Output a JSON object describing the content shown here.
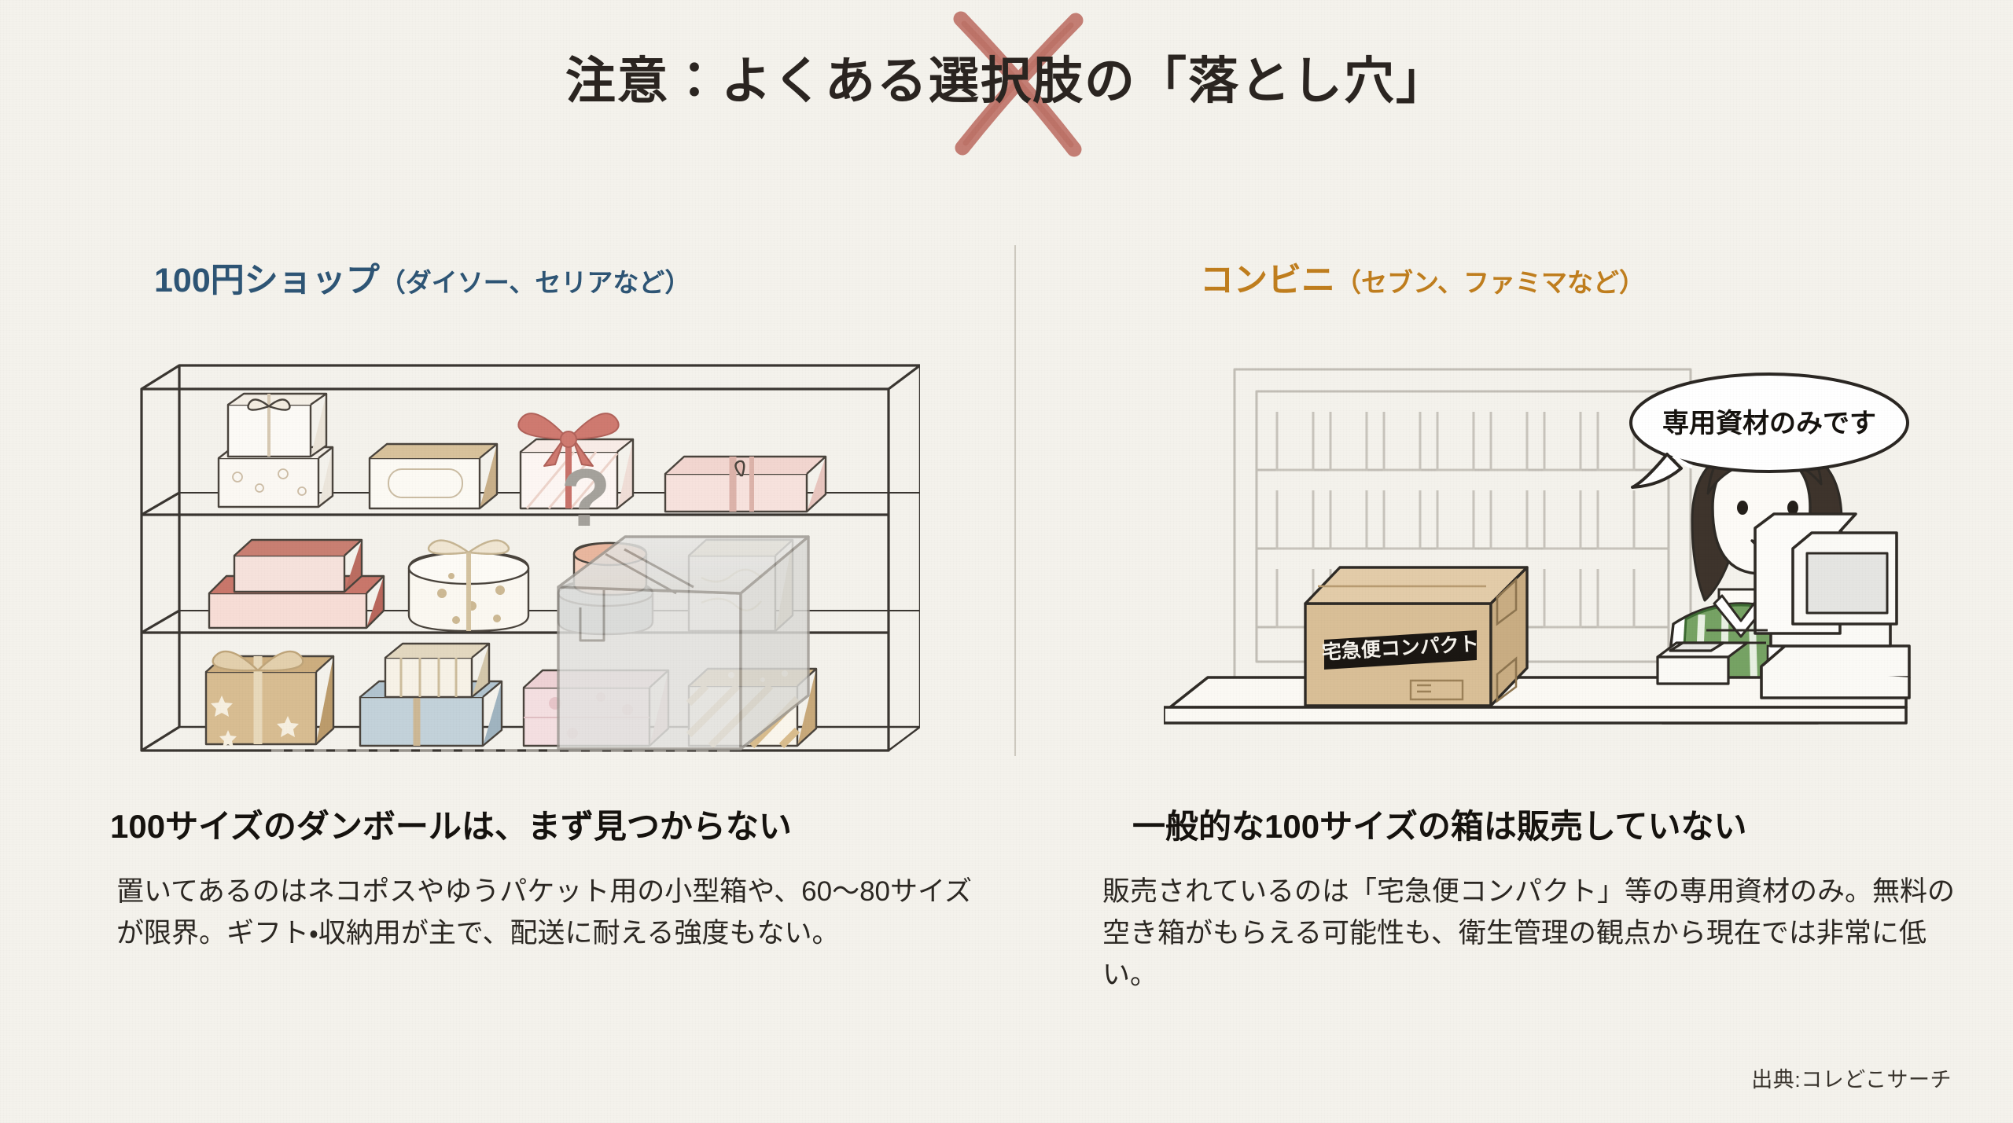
{
  "slide": {
    "background_color": "#f4f2ec",
    "title": "注意：よくある選択肢の「落とし穴」",
    "x_mark_color": "#c0756a",
    "source": "出典:コレどこサーチ"
  },
  "columns": [
    {
      "id": "hundred-yen-shop",
      "heading_main": "100円ショップ",
      "heading_sub": "（ダイソー、セリアなど）",
      "heading_color": "#2e5575",
      "illustration": {
        "name": "shelf-with-gift-boxes",
        "question_mark": "?",
        "shelf_count": 3,
        "ghost_box_label": ""
      },
      "subhead": "100サイズのダンボールは、まず見つからない",
      "body": "置いてあるのはネコポスやゆうパケット用の小型箱や、60〜80サイズが限界。ギフト・収納用が主で、配送に耐える強度もない。"
    },
    {
      "id": "convenience-store",
      "heading_main": "コンビニ",
      "heading_sub": "（セブン、ファミマなど）",
      "heading_color": "#c07e1e",
      "illustration": {
        "name": "convenience-store-counter",
        "speech_bubble": "専用資材のみです",
        "box_label": "宅急便コンパクト",
        "clerk_uniform_color": "#6d9c62",
        "box_color": "#d9bf97"
      },
      "subhead": "一般的な100サイズの箱は販売していない",
      "body": "販売されているのは「宅急便コンパクト」等の専用資材のみ。無料の空き箱がもらえる可能性も、衛生管理の観点から現在では非常に低い。"
    }
  ]
}
